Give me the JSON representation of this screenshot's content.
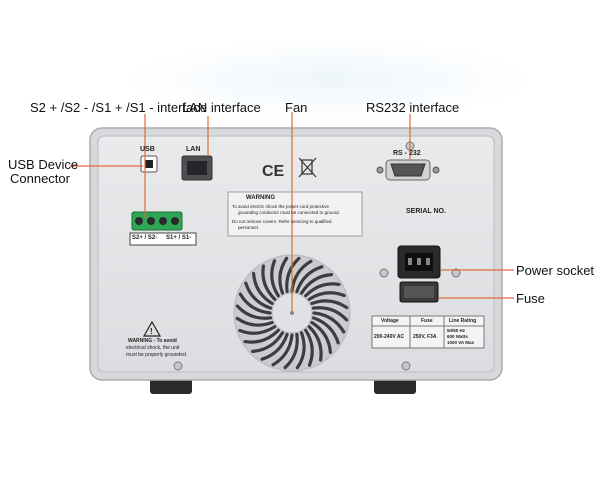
{
  "callouts": {
    "s_interface": "S2 + /S2 - /S1 + /S1 - interface",
    "lan_interface": "LAN interface",
    "fan": "Fan",
    "rs232_interface": "RS232 interface",
    "usb_device_line1": "USB Device",
    "usb_device_line2": "Connector",
    "power_socket": "Power socket",
    "fuse": "Fuse"
  },
  "panel": {
    "usb_label": "USB",
    "lan_label": "LAN",
    "rs232_label": "RS - 232",
    "ce_mark": "CE",
    "serial_no": "SERIAL NO.",
    "terminal_label_left": "S2+ / S2-",
    "terminal_label_right": "S1+ / S1-",
    "warning_title": "WARNING",
    "warning_line1": "To avoid electric shock the power cord protective",
    "warning_line2": "grounding conductor must be connected to ground.",
    "warning_line3": "Do not remove covers. Refer servicing to qualified",
    "warning_line4": "personnel.",
    "ground_warn_line1": "WARNING - To avoid",
    "ground_warn_line2": "electrical shock, the unit",
    "ground_warn_line3": "must be properly grounded.",
    "rating_table": {
      "headers": [
        "Voltage",
        "Fuse",
        "Line Rating"
      ],
      "row": [
        "200-240V AC",
        "250V, F3A",
        "50/60 Hz"
      ],
      "row_extra": [
        "600 Watts",
        "1000 VA Max"
      ]
    }
  },
  "colors": {
    "panel_fill": "#e3e4e6",
    "panel_border": "#b9bcc0",
    "leader_line": "#e06a3a",
    "terminal_green": "#2fa655"
  }
}
